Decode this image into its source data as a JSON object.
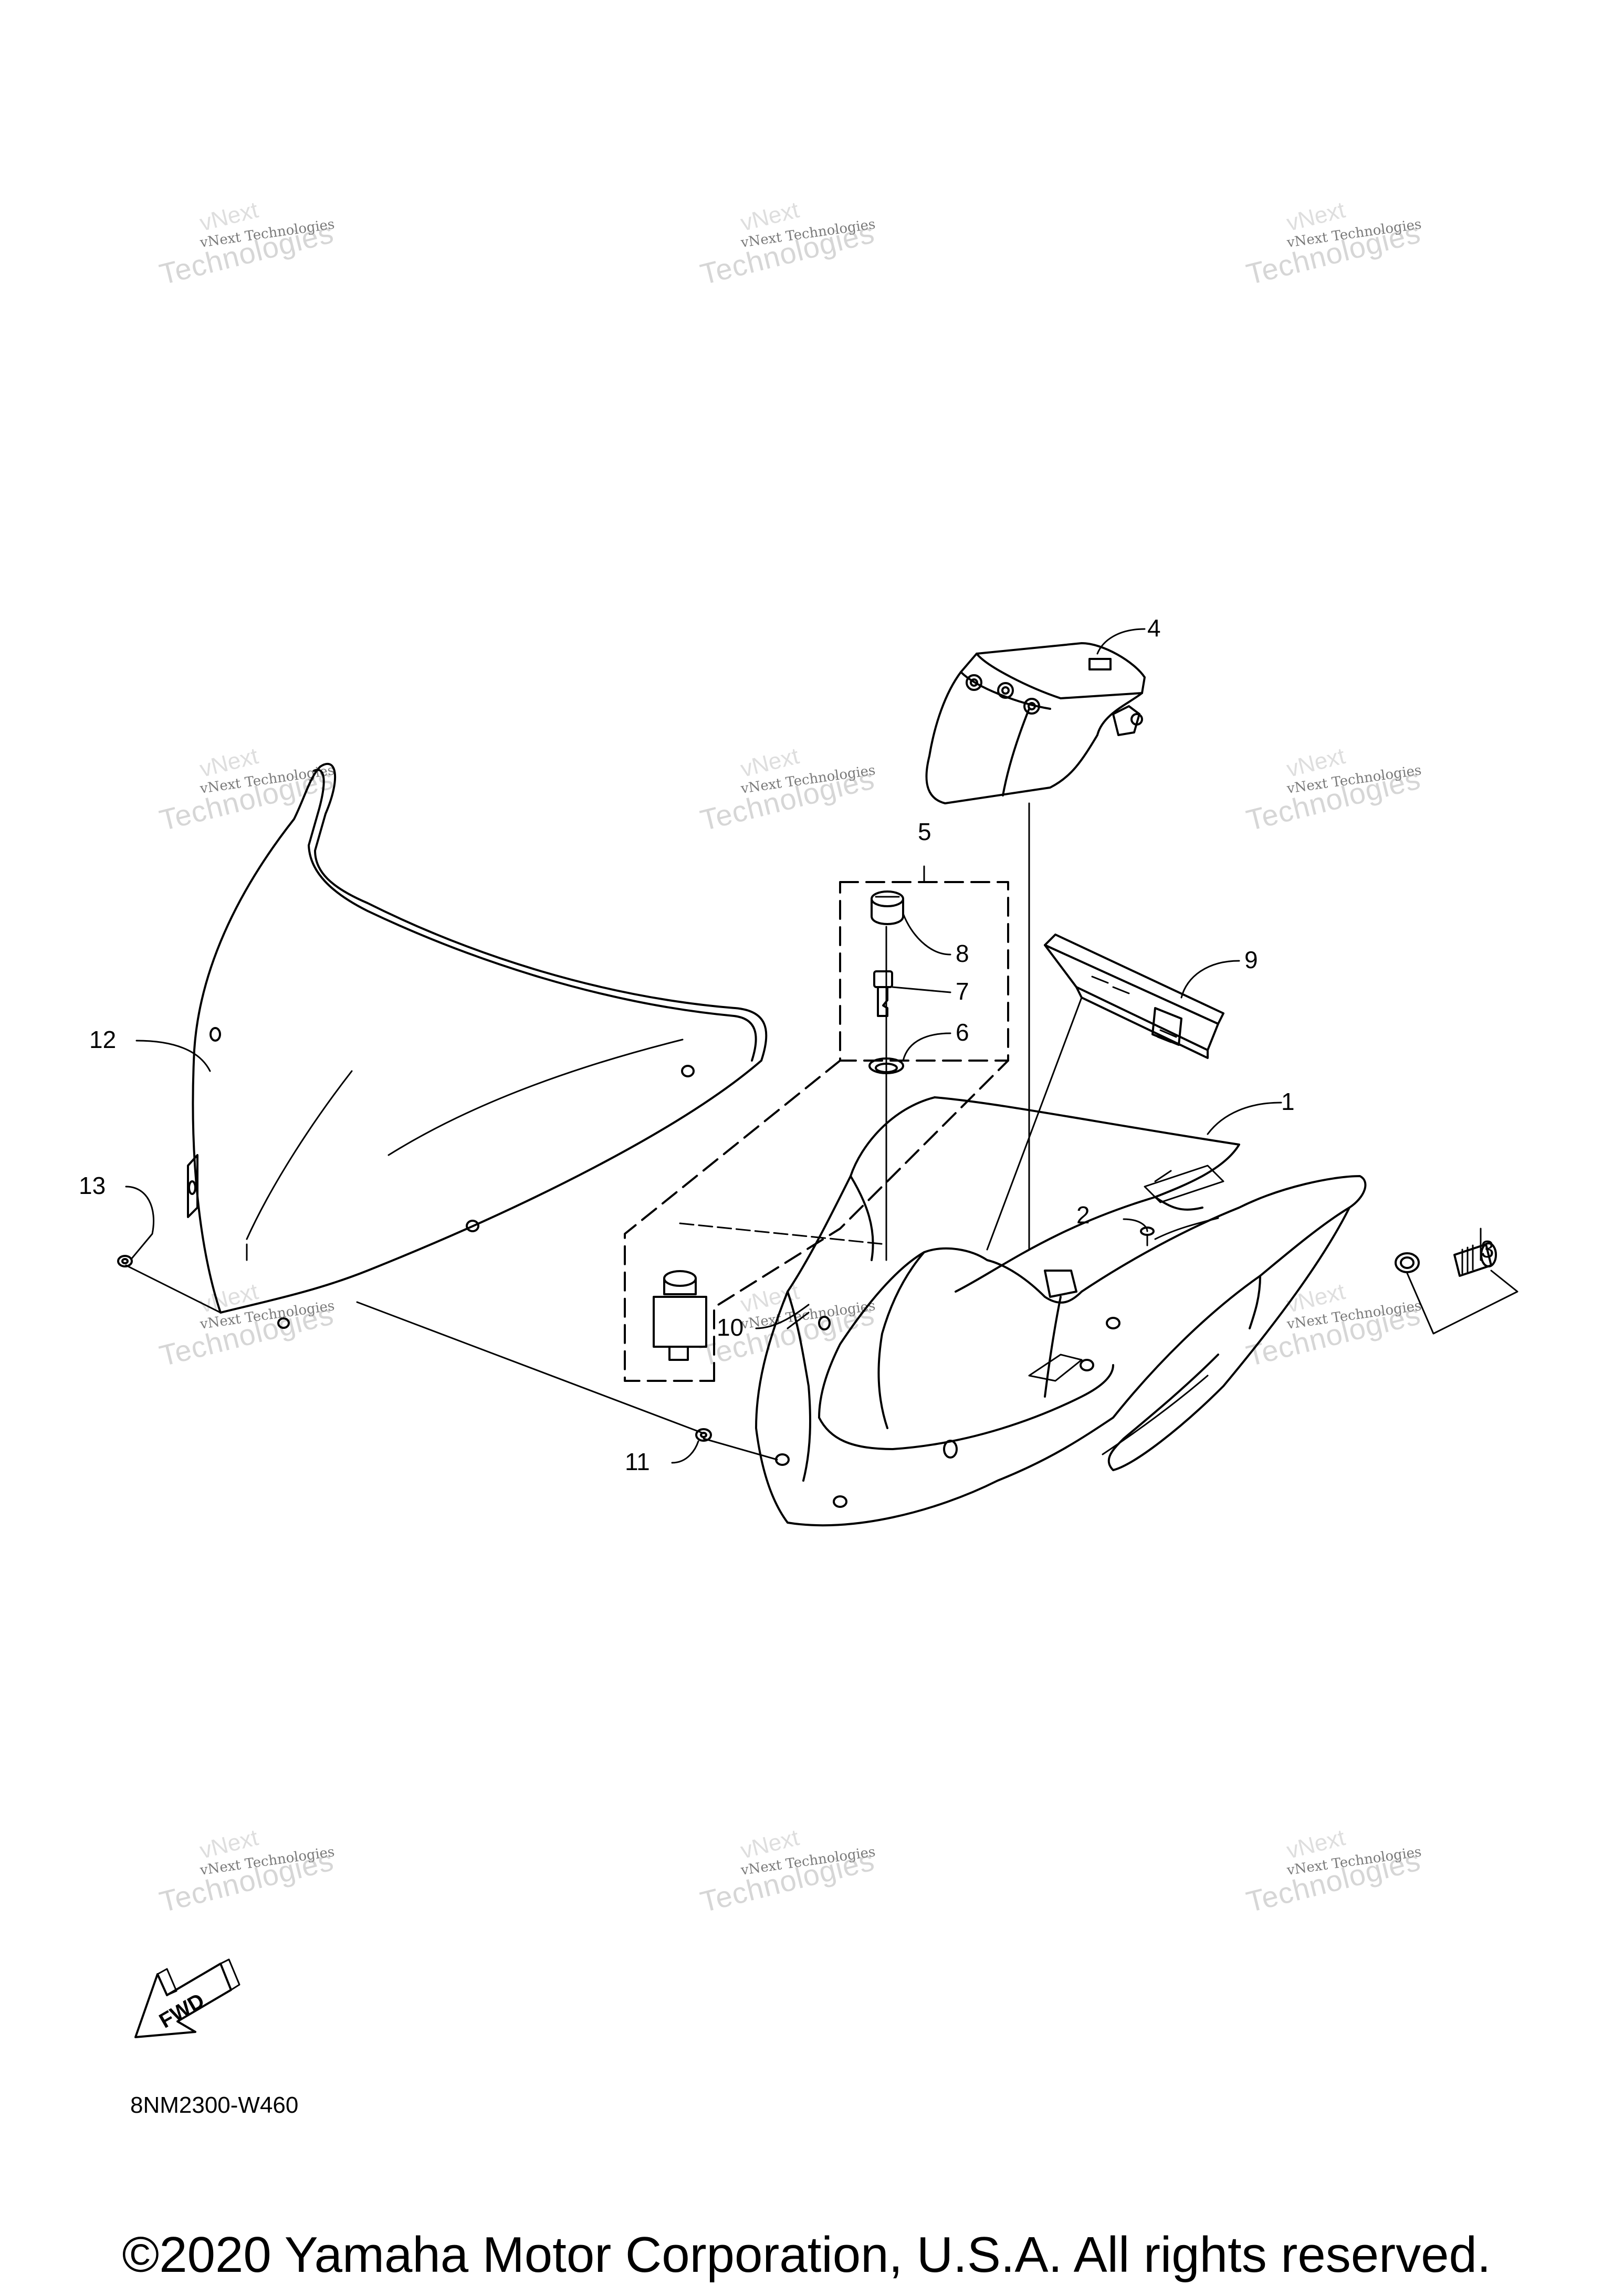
{
  "diagram": {
    "callouts": [
      "1",
      "2",
      "3",
      "4",
      "5",
      "6",
      "7",
      "8",
      "9",
      "10",
      "11",
      "12",
      "13"
    ],
    "code": "8NM2300-W460",
    "fwd_label": "FWD"
  },
  "watermark": {
    "line1": "vNext Technologies",
    "line2": "Technologies",
    "line3": "vNext"
  },
  "footer": {
    "copyright": "©2020 Yamaha Motor Corporation, U.S.A. All rights reserved."
  }
}
